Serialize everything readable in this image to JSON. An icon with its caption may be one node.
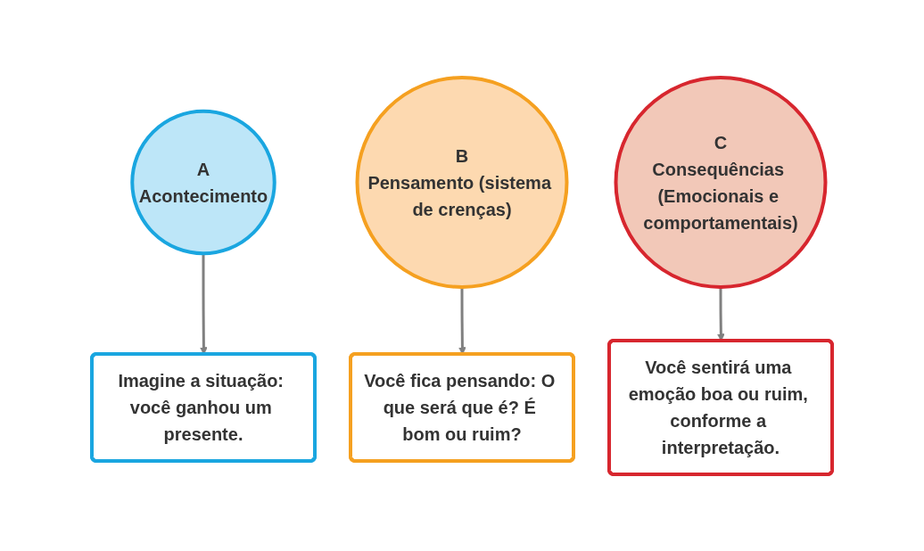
{
  "diagram": {
    "nodes": [
      {
        "text": [
          "A",
          "Acontecimento"
        ]
      },
      {
        "text": [
          "B",
          "Pensamento (sistema de crenças)"
        ]
      },
      {
        "text": [
          "C",
          "Consequências (Emocionais e comportamentais)"
        ]
      },
      {
        "text": [
          "Imagine a situação: você ganhou um presente."
        ]
      },
      {
        "text": [
          "Você fica pensando: O que será que é? É bom ou ruim?"
        ]
      },
      {
        "text": [
          "Você sentirá uma emoção boa ou ruim, conforme a interpretação."
        ]
      }
    ],
    "edges": [
      {
        "from": 0,
        "to": 3,
        "arrow": "to"
      },
      {
        "from": 1,
        "to": 4,
        "arrow": "to"
      },
      {
        "from": 2,
        "to": 5,
        "arrow": "to"
      }
    ]
  }
}
